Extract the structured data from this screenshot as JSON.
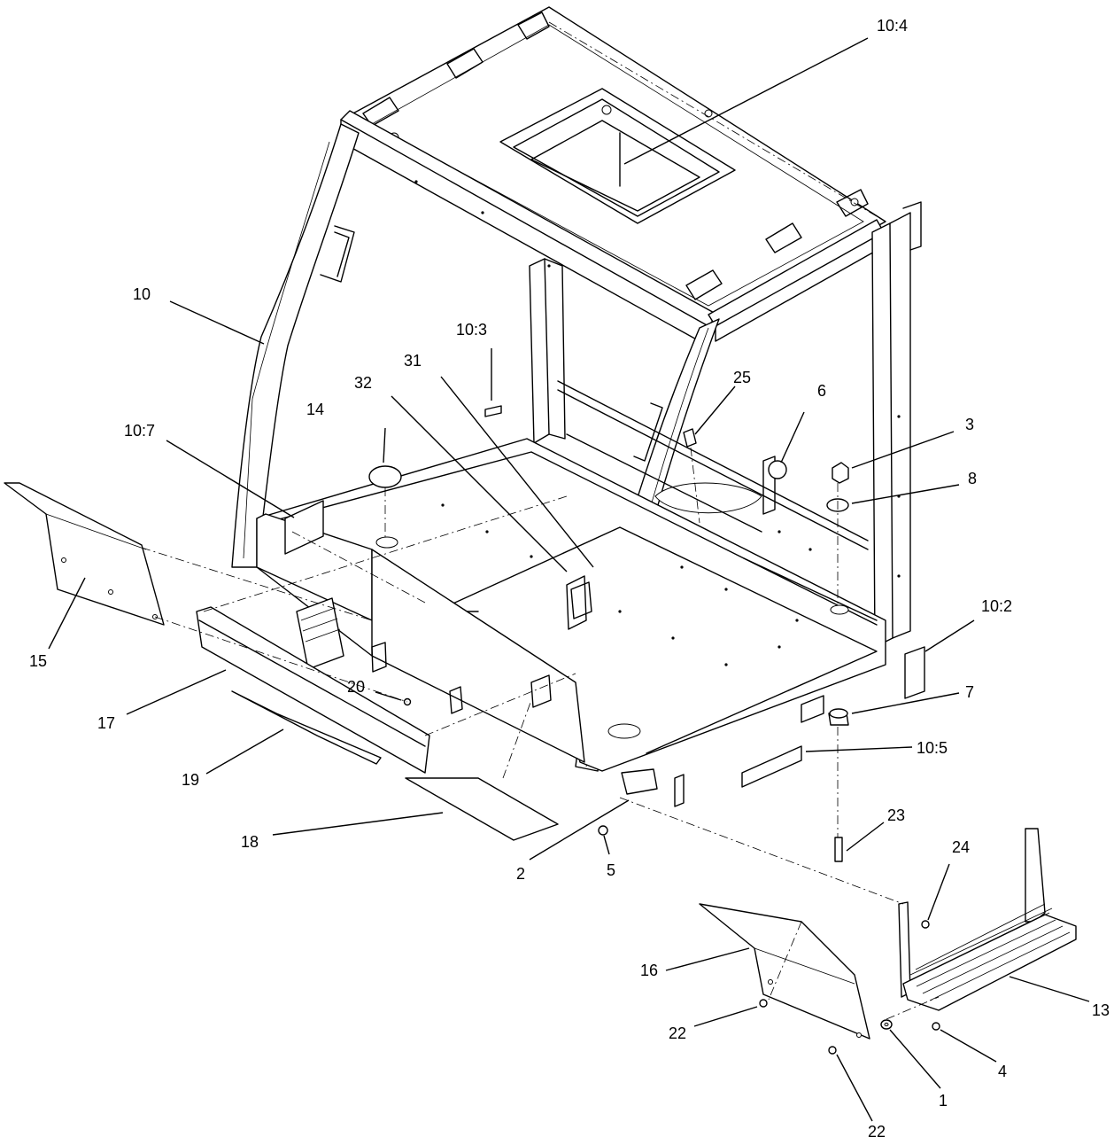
{
  "callouts": [
    {
      "id": "c-10-4",
      "text": "10:4"
    },
    {
      "id": "c-10",
      "text": "10"
    },
    {
      "id": "c-10-3",
      "text": "10:3"
    },
    {
      "id": "c-31",
      "text": "31"
    },
    {
      "id": "c-32",
      "text": "32"
    },
    {
      "id": "c-25",
      "text": "25"
    },
    {
      "id": "c-6",
      "text": "6"
    },
    {
      "id": "c-14",
      "text": "14"
    },
    {
      "id": "c-3",
      "text": "3"
    },
    {
      "id": "c-10-7",
      "text": "10:7"
    },
    {
      "id": "c-8",
      "text": "8"
    },
    {
      "id": "c-10-2",
      "text": "10:2"
    },
    {
      "id": "c-15",
      "text": "15"
    },
    {
      "id": "c-20",
      "text": "20"
    },
    {
      "id": "c-7",
      "text": "7"
    },
    {
      "id": "c-17",
      "text": "17"
    },
    {
      "id": "c-10-5",
      "text": "10:5"
    },
    {
      "id": "c-19",
      "text": "19"
    },
    {
      "id": "c-23",
      "text": "23"
    },
    {
      "id": "c-18",
      "text": "18"
    },
    {
      "id": "c-24",
      "text": "24"
    },
    {
      "id": "c-2",
      "text": "2"
    },
    {
      "id": "c-5",
      "text": "5"
    },
    {
      "id": "c-16",
      "text": "16"
    },
    {
      "id": "c-13",
      "text": "13"
    },
    {
      "id": "c-22a",
      "text": "22"
    },
    {
      "id": "c-4",
      "text": "4"
    },
    {
      "id": "c-1",
      "text": "1"
    },
    {
      "id": "c-22b",
      "text": "22"
    }
  ]
}
